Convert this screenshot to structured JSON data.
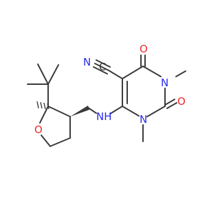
{
  "molecule": {
    "atoms": {
      "N_nitrile": "N",
      "C_nitrile": "C",
      "O_top": "O",
      "N_upper": "N",
      "O_right": "O",
      "N_lower": "N",
      "NH_amine": "NH",
      "O_ring": "O"
    }
  },
  "colors": {
    "bond": "#3a3a3a",
    "carbon": "#3a3a3a",
    "nitrogen": "#2a2aee",
    "oxygen": "#ee2a2a",
    "background": "#ffffff"
  }
}
